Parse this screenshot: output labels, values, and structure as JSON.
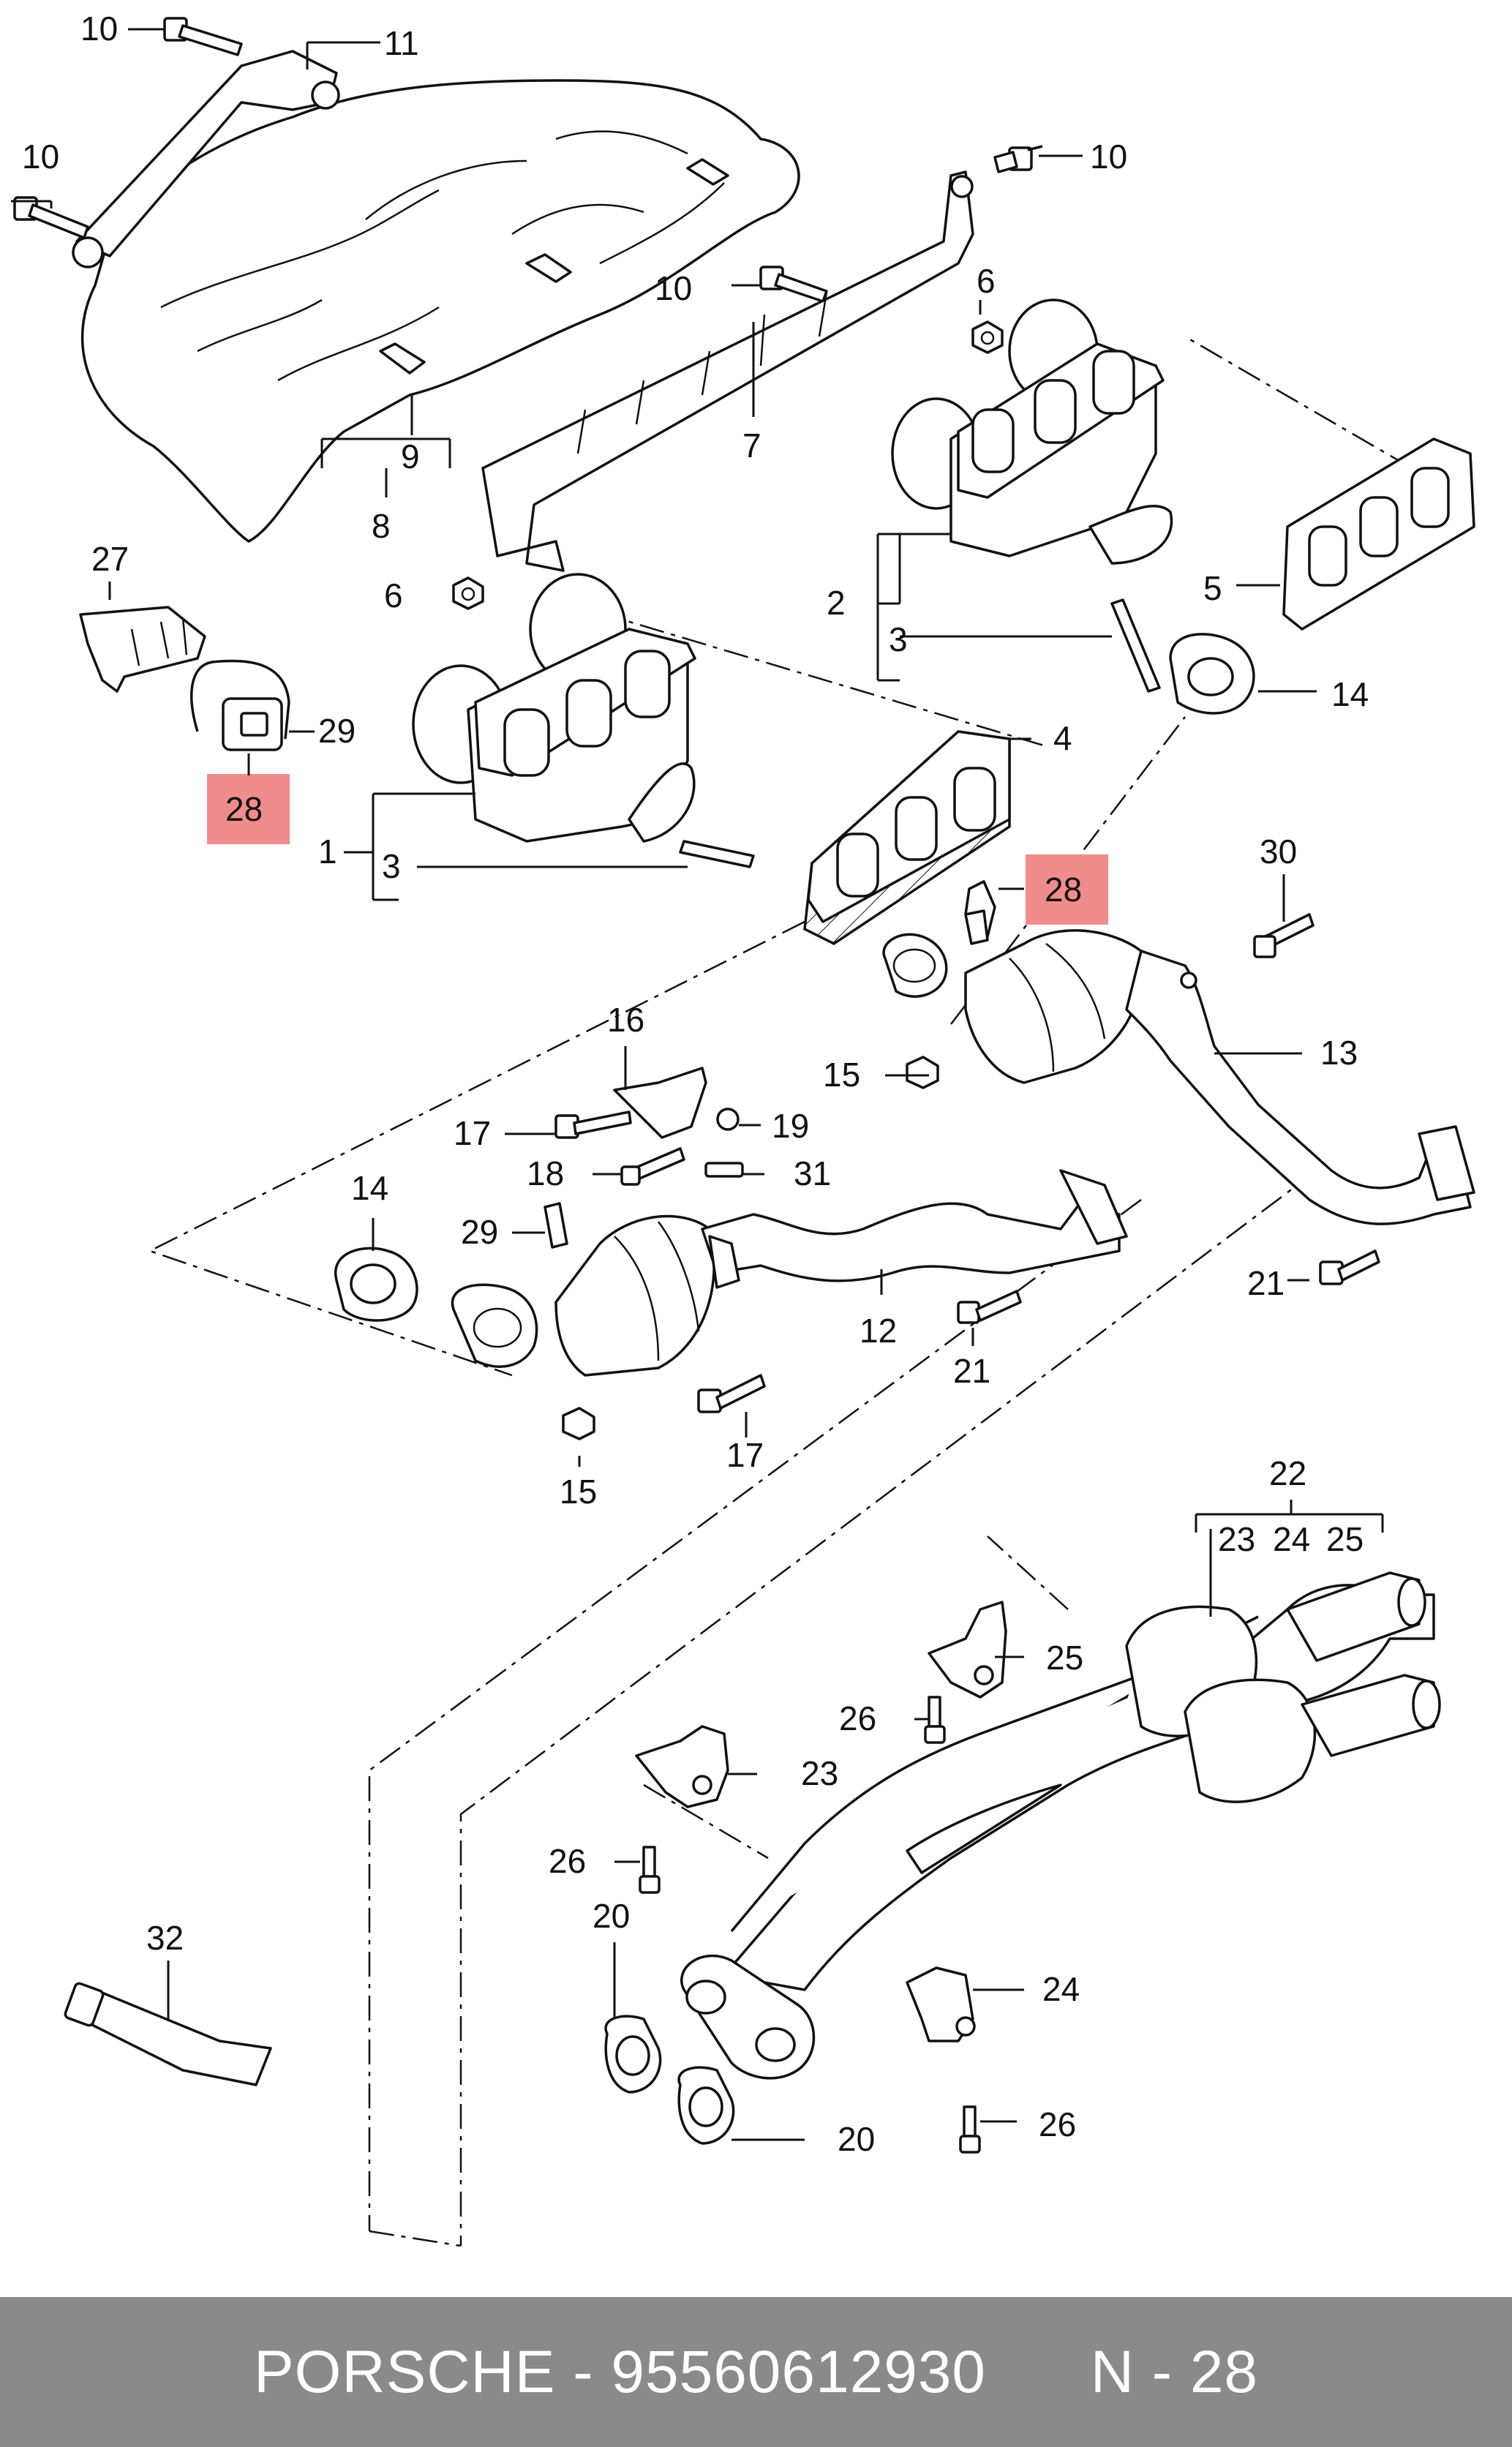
{
  "brand": "PORSCHE",
  "separator": "-",
  "part_number": "95560612930",
  "diagram_ref": "N - 28",
  "highlight_color": "#f08c8c",
  "footer_color": "#8a8a8a",
  "callouts": {
    "c10a": "10",
    "c11": "11",
    "c10b": "10",
    "c10c": "10",
    "c10d": "10",
    "c9": "9",
    "c8": "8",
    "c7": "7",
    "c6a": "6",
    "c6b": "6",
    "c2": "2",
    "c3a": "3",
    "c5": "5",
    "c14a": "14",
    "c27": "27",
    "c29a": "29",
    "c28a": "28",
    "c4": "4",
    "c1": "1",
    "c3b": "3",
    "c28b": "28",
    "c30": "30",
    "c13": "13",
    "c15a": "15",
    "c16": "16",
    "c17a": "17",
    "c19": "19",
    "c18": "18",
    "c31": "31",
    "c14b": "14",
    "c29b": "29",
    "c12": "12",
    "c21a": "21",
    "c21b": "21",
    "c17b": "17",
    "c15b": "15",
    "c22": "22",
    "c23a": "23",
    "c24a": "24",
    "c25a": "25",
    "c25b": "25",
    "c26a": "26",
    "c23b": "23",
    "c26b": "26",
    "c32": "32",
    "c20a": "20",
    "c24b": "24",
    "c20b": "20",
    "c26c": "26"
  }
}
